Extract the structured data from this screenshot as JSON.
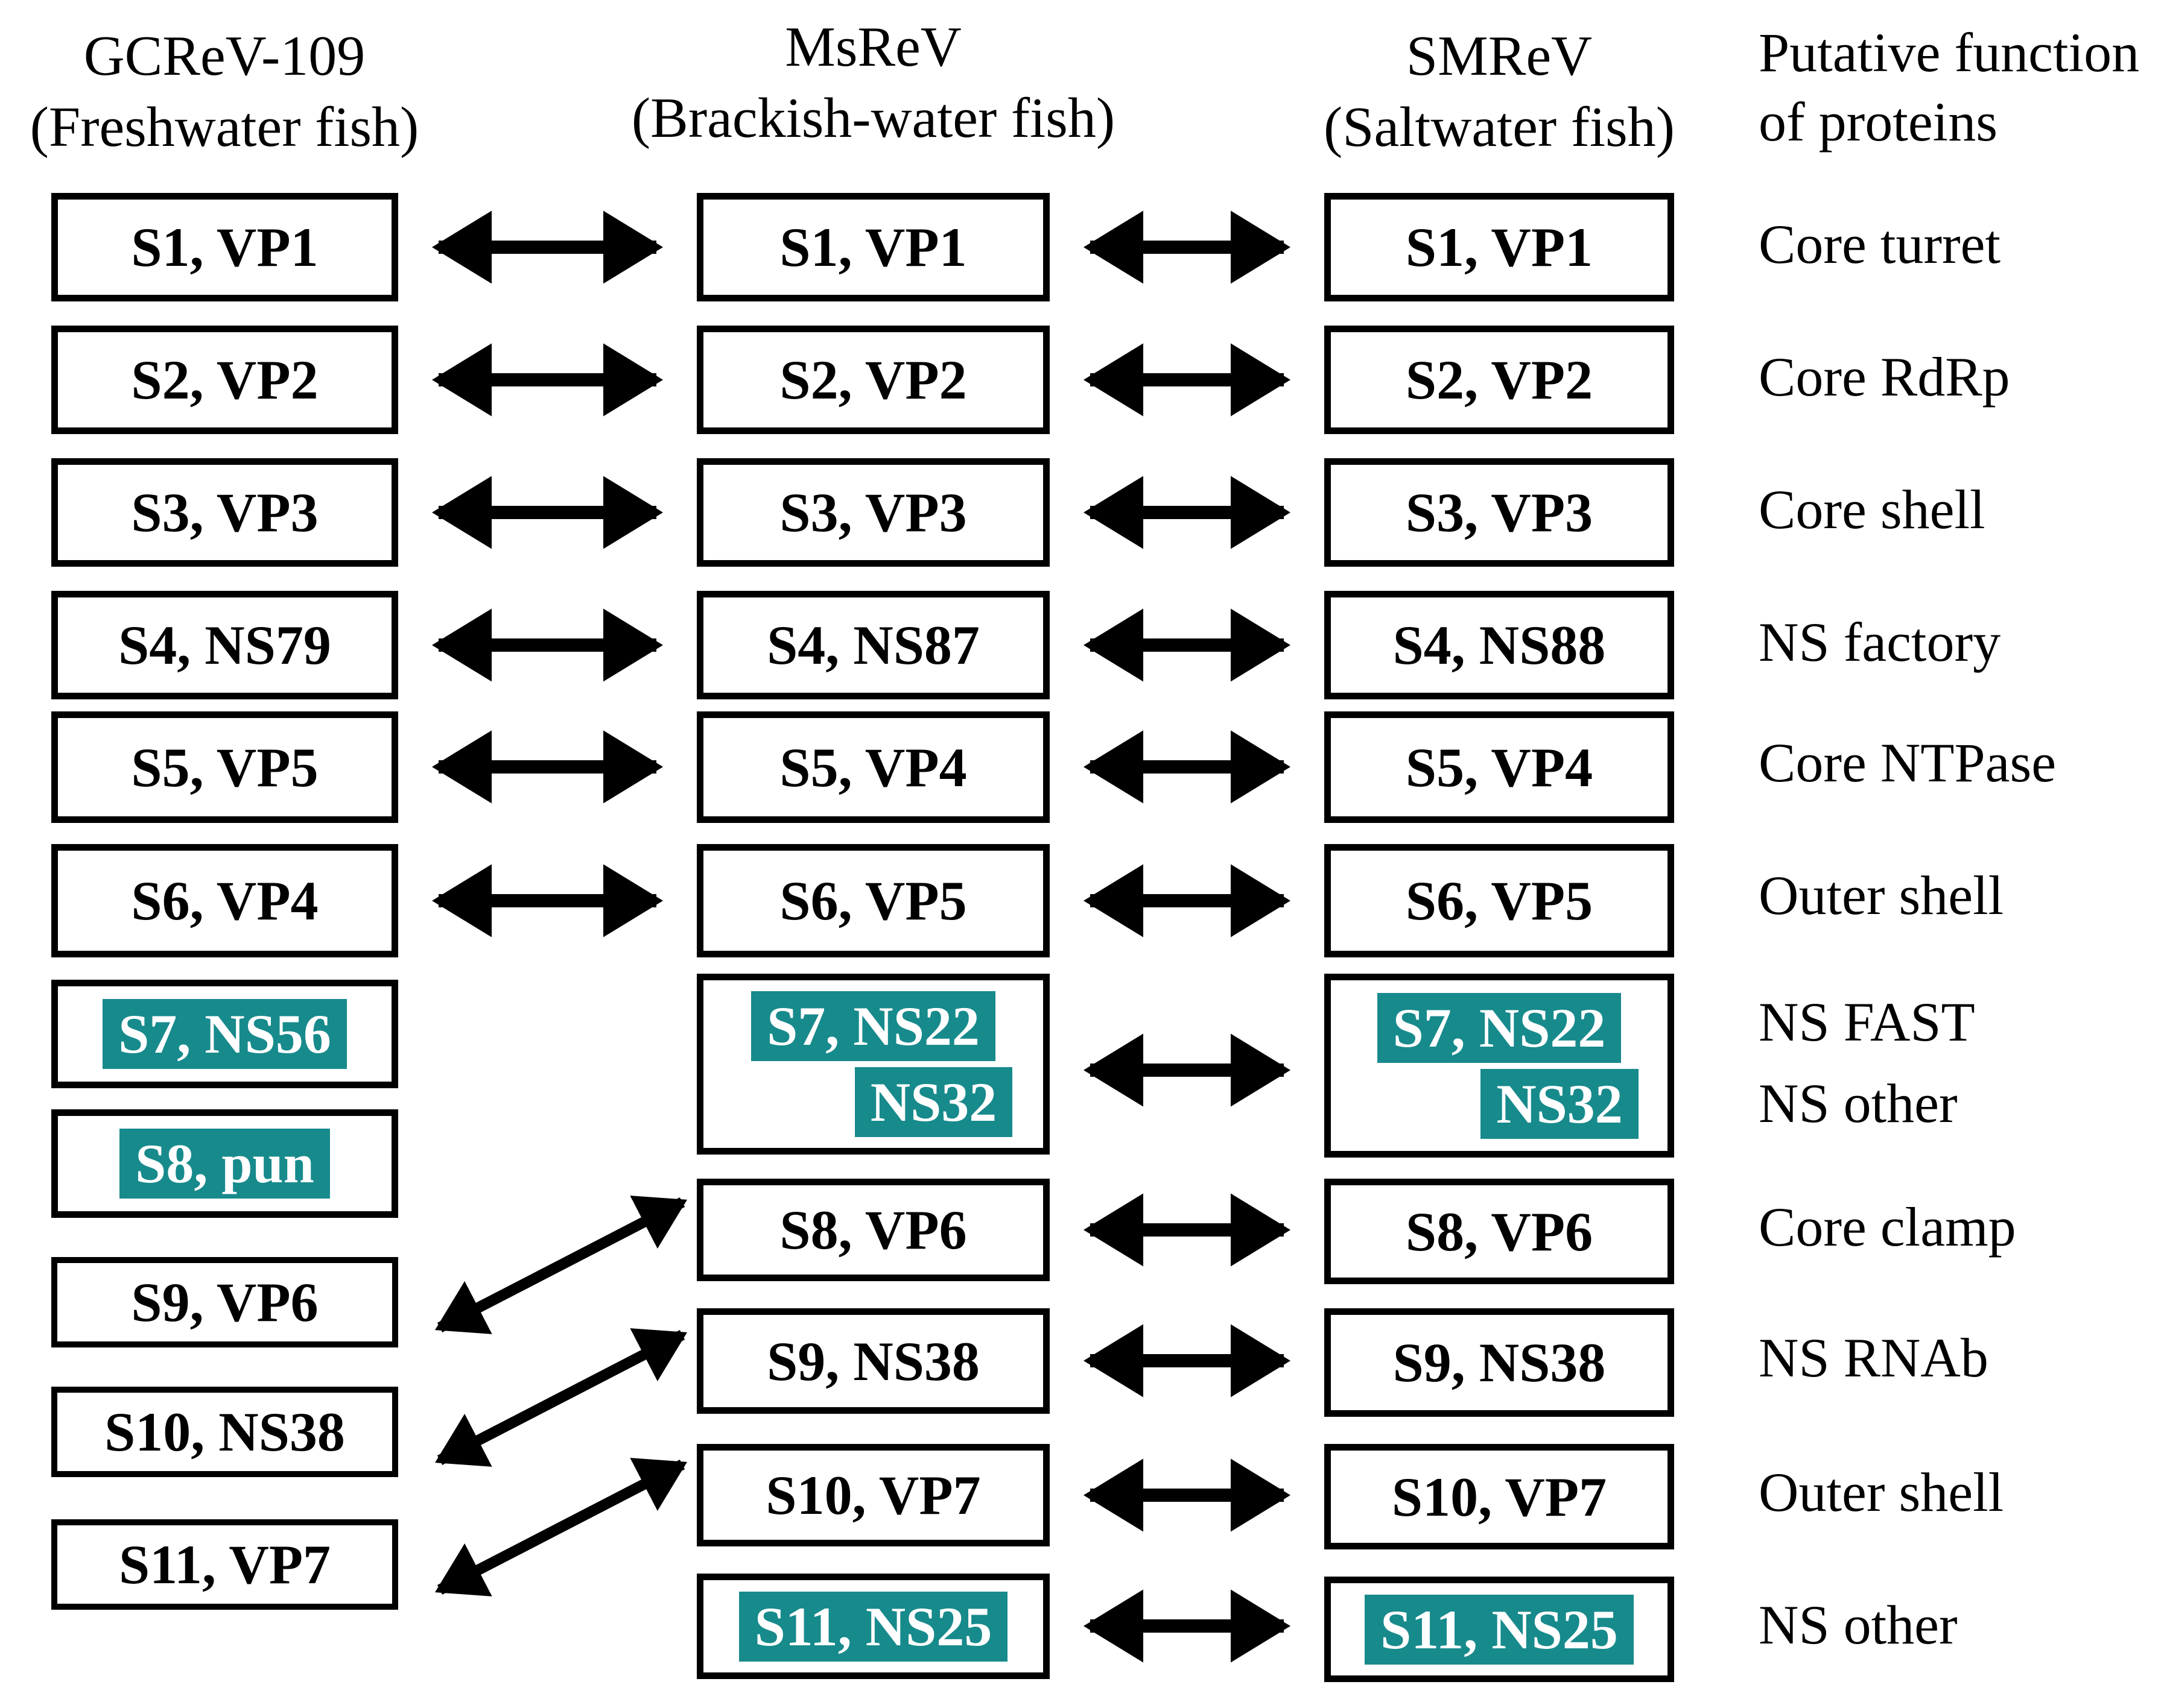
{
  "colors": {
    "background": "#ffffff",
    "text_color": "#000000",
    "box_border": "#000000",
    "arrow": "#000000",
    "highlight_bg": "#178a8c",
    "highlight_text": "#ffffff"
  },
  "headers": {
    "col1": {
      "title": "GCReV-109",
      "subtitle": "(Freshwater fish)"
    },
    "col2": {
      "title": "MsReV",
      "subtitle": "(Brackish-water fish)"
    },
    "col3": {
      "title": "SMReV",
      "subtitle": "(Saltwater fish)"
    },
    "functions": {
      "line1": "Putative function",
      "line2": "of proteins"
    }
  },
  "columns": {
    "gcrev": {
      "s1": "S1, VP1",
      "s2": "S2, VP2",
      "s3": "S3, VP3",
      "s4": "S4, NS79",
      "s5": "S5, VP5",
      "s6": "S6, VP4",
      "s7": "S7, NS56",
      "s8": "S8, pun",
      "s9": "S9, VP6",
      "s10": "S10, NS38",
      "s11": "S11, VP7"
    },
    "msrev": {
      "s1": "S1, VP1",
      "s2": "S2, VP2",
      "s3": "S3, VP3",
      "s4": "S4, NS87",
      "s5": "S5, VP4",
      "s6": "S6, VP5",
      "s7_line1": "S7, NS22",
      "s7_line2": "NS32",
      "s8": "S8, VP6",
      "s9": "S9, NS38",
      "s10": "S10, VP7",
      "s11": "S11, NS25"
    },
    "smrev": {
      "s1": "S1, VP1",
      "s2": "S2, VP2",
      "s3": "S3, VP3",
      "s4": "S4, NS88",
      "s5": "S5, VP4",
      "s6": "S6, VP5",
      "s7_line1": "S7, NS22",
      "s7_line2": "NS32",
      "s8": "S8, VP6",
      "s9": "S9, NS38",
      "s10": "S10, VP7",
      "s11": "S11, NS25"
    }
  },
  "functions": {
    "row1": "Core turret",
    "row2": "Core RdRp",
    "row3": "Core shell",
    "row4": "NS factory",
    "row5": "Core NTPase",
    "row6": "Outer shell",
    "row7a": "NS FAST",
    "row7b": "NS other",
    "row8": "Core clamp",
    "row9": "NS RNAb",
    "row10": "Outer shell",
    "row11": "NS other"
  }
}
